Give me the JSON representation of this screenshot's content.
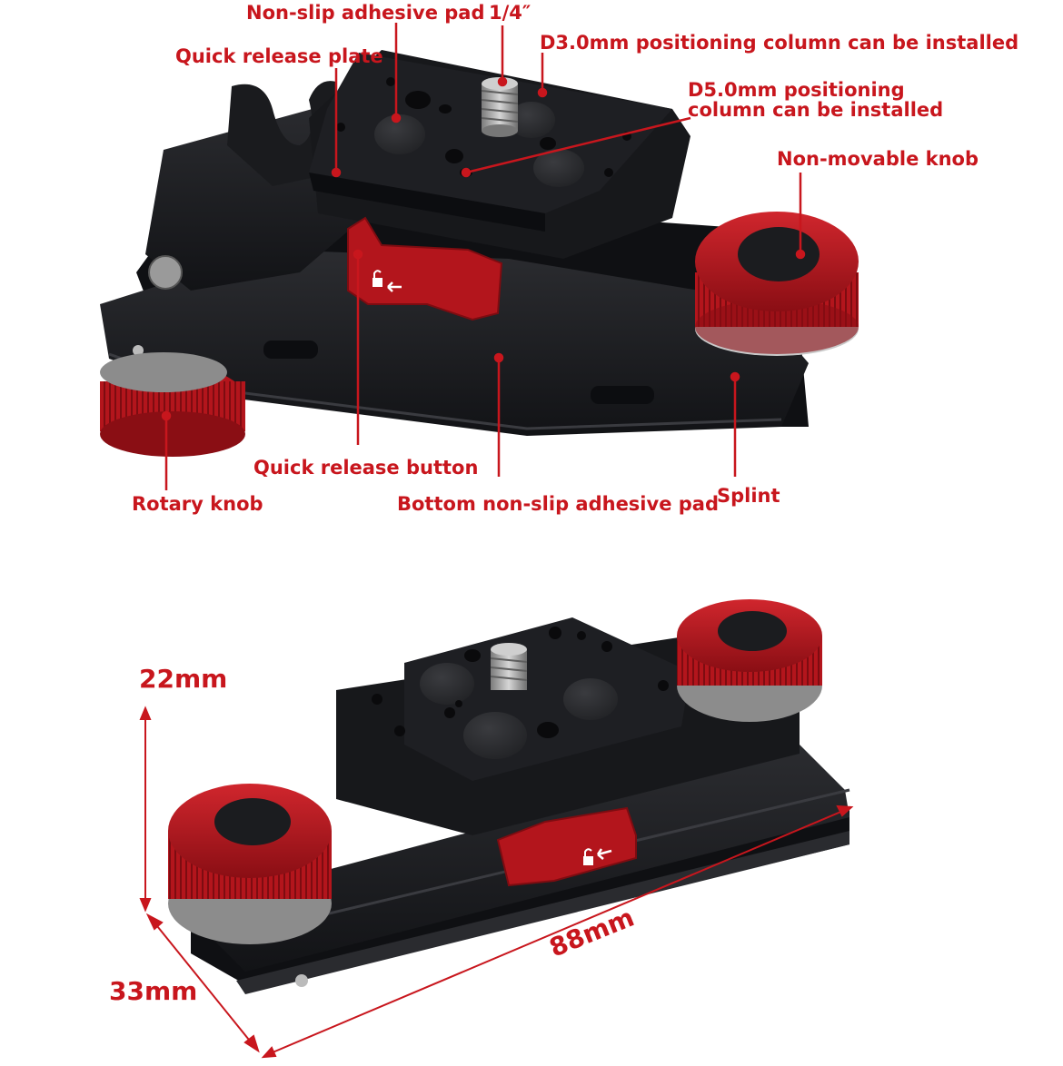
{
  "colors": {
    "accent": "#c8161d",
    "body": "#1c1d20",
    "knob": "#b3151c",
    "pad": "#2c2d30",
    "steel": "#9a9a9a"
  },
  "labels": {
    "non_slip_pad": "Non-slip adhesive pad",
    "quarter_inch": "1/4″",
    "d3": "D3.0mm positioning column can be installed",
    "quick_release_plate": "Quick release plate",
    "d5_line1": "D5.0mm positioning",
    "d5_line2": "column can be installed",
    "non_movable_knob": "Non-movable knob",
    "quick_release_button": "Quick release button",
    "rotary_knob": "Rotary knob",
    "bottom_pad": "Bottom non-slip adhesive pad",
    "splint": "Splint"
  },
  "dimensions": {
    "height": "22mm",
    "length": "88mm",
    "width": "33mm"
  },
  "icons": [
    "unlock-arrow-icon"
  ]
}
